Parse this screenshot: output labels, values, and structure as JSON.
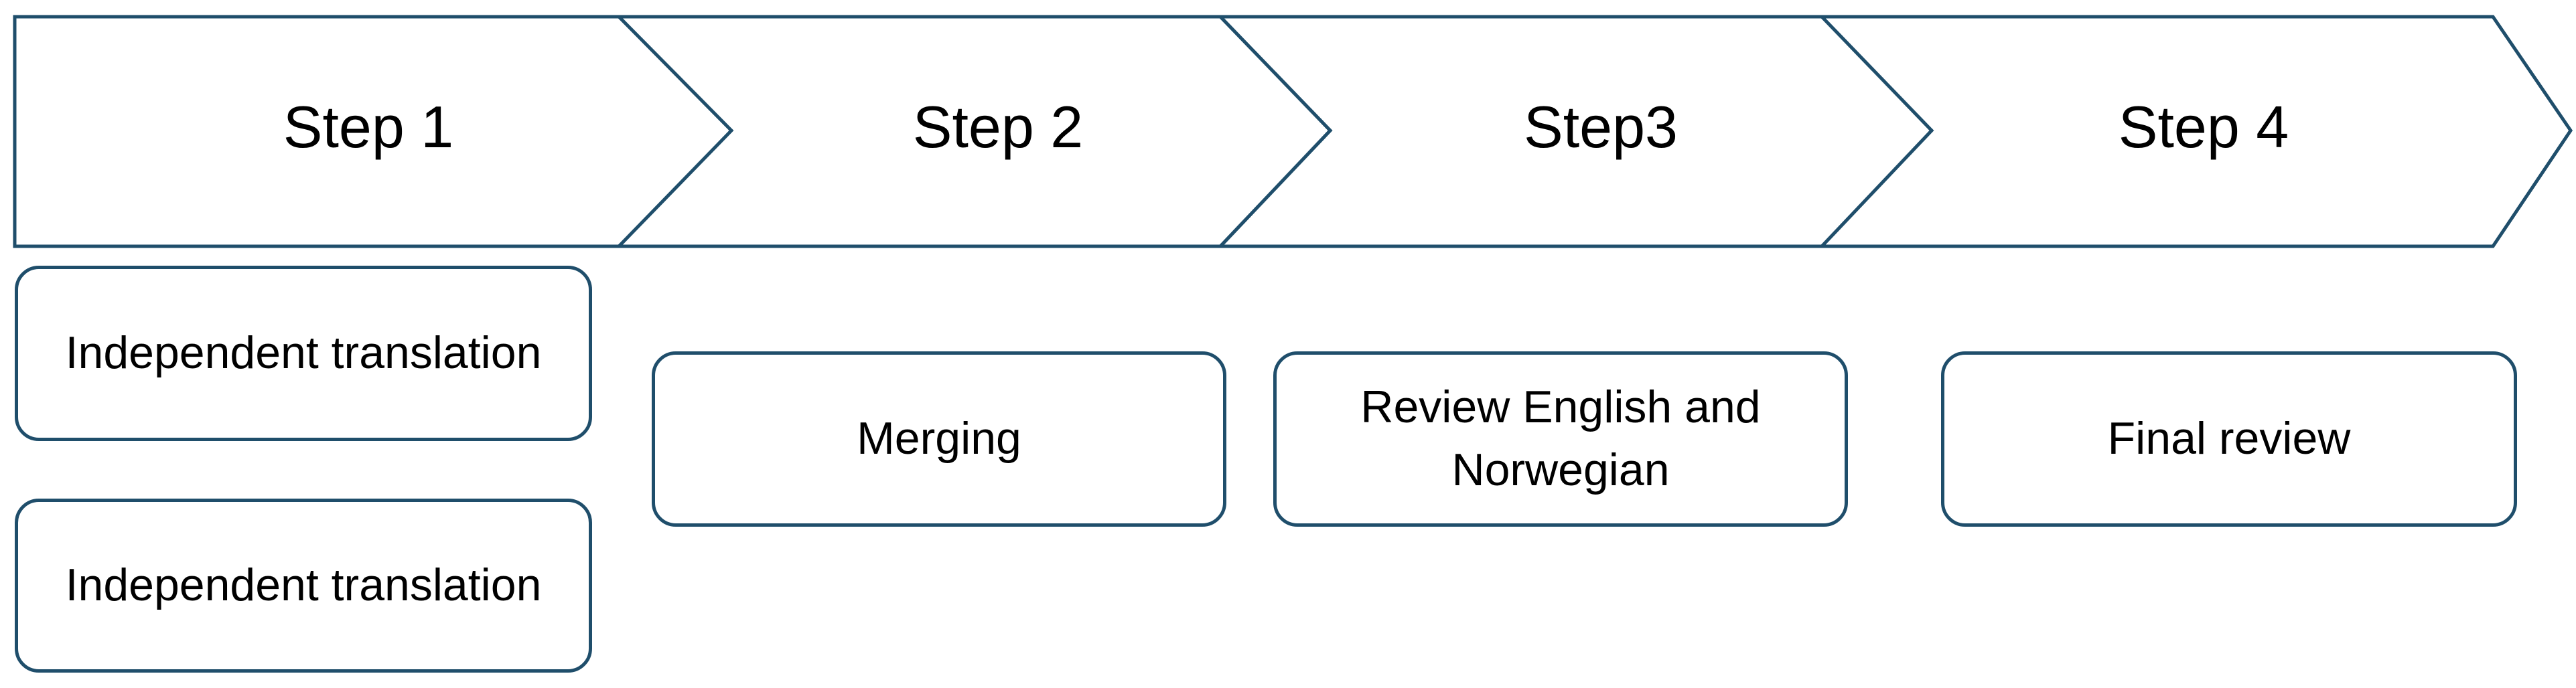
{
  "colors": {
    "outline": "#1f4e6b",
    "text": "#000000",
    "background": "#ffffff"
  },
  "steps": [
    {
      "label": "Step 1"
    },
    {
      "label": "Step 2"
    },
    {
      "label": "Step3"
    },
    {
      "label": "Step 4"
    }
  ],
  "tasks": {
    "step1_top": "Independent translation",
    "step1_bottom": "Independent translation",
    "step2": "Merging",
    "step3": "Review English and Norwegian",
    "step4": "Final review"
  }
}
